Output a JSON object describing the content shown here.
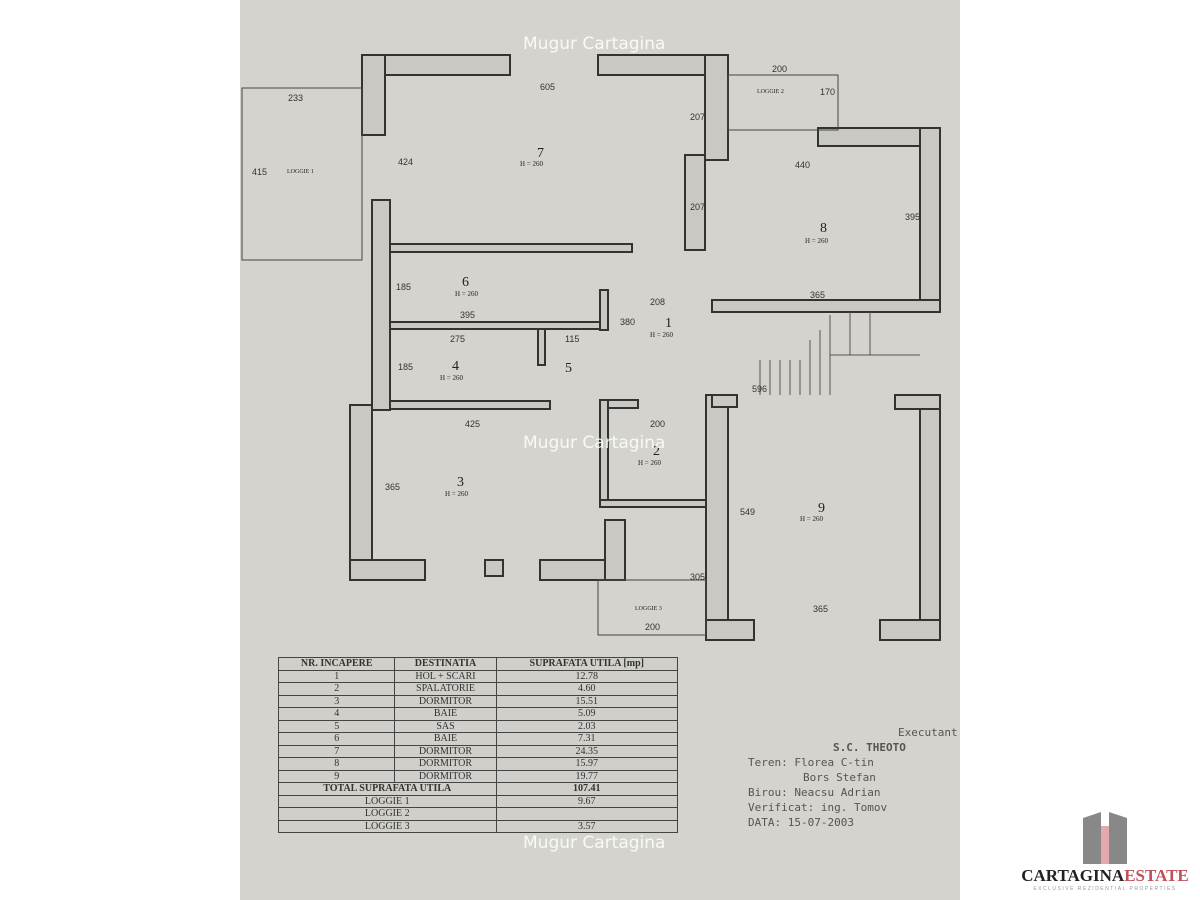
{
  "watermark": "Mugur Cartagina",
  "rooms": [
    {
      "nr": "1",
      "height": "H = 260"
    },
    {
      "nr": "2",
      "height": "H = 260"
    },
    {
      "nr": "3",
      "height": "H = 260"
    },
    {
      "nr": "4",
      "height": "H = 260"
    },
    {
      "nr": "5",
      "height": ""
    },
    {
      "nr": "6",
      "height": "H = 260"
    },
    {
      "nr": "7",
      "height": "H = 260"
    },
    {
      "nr": "8",
      "height": "H = 260"
    },
    {
      "nr": "9",
      "height": "H = 260"
    }
  ],
  "loggias": [
    "LOGGIE 1",
    "LOGGIE 2",
    "LOGGIE 3"
  ],
  "dimensions": [
    "605",
    "200",
    "233",
    "170",
    "424",
    "207",
    "440",
    "415",
    "207",
    "395",
    "185",
    "395",
    "208",
    "365",
    "275",
    "115",
    "185",
    "380",
    "596",
    "425",
    "200",
    "365",
    "549",
    "365",
    "200",
    "305"
  ],
  "table": {
    "headers": [
      "NR. INCAPERE",
      "DESTINATIA",
      "SUPRAFATA UTILA [mp]"
    ],
    "rows": [
      [
        "1",
        "HOL + SCARI",
        "12.78"
      ],
      [
        "2",
        "SPALATORIE",
        "4.60"
      ],
      [
        "3",
        "DORMITOR",
        "15.51"
      ],
      [
        "4",
        "BAIE",
        "5.09"
      ],
      [
        "5",
        "SAS",
        "2.03"
      ],
      [
        "6",
        "BAIE",
        "7.31"
      ],
      [
        "7",
        "DORMITOR",
        "24.35"
      ],
      [
        "8",
        "DORMITOR",
        "15.97"
      ],
      [
        "9",
        "DORMITOR",
        "19.77"
      ]
    ],
    "total_label": "TOTAL SUPRAFATA UTILA",
    "total_value": "107.41",
    "loggia_rows": [
      [
        "LOGGIE 1",
        "9.67"
      ],
      [
        "LOGGIE 2",
        ""
      ],
      [
        "LOGGIE 3",
        "3.57"
      ]
    ]
  },
  "title_block": {
    "executant": "Executant",
    "company": "S.C. THEOTO",
    "teren": "Teren: Florea C-tin",
    "teren2": "Bors Stefan",
    "birou": "Birou: Neacsu Adrian",
    "verificat": "Verificat: ing. Tomov",
    "data": "DATA: 15-07-2003"
  },
  "logo": {
    "brand_a": "CARTAGINA",
    "brand_b": "ESTATE",
    "tagline": "EXCLUSIVE REZIDENTIAL PROPERTIES"
  },
  "colors": {
    "paper": "#d4d3cd",
    "wall": "#333333",
    "accent": "#c0505a"
  }
}
